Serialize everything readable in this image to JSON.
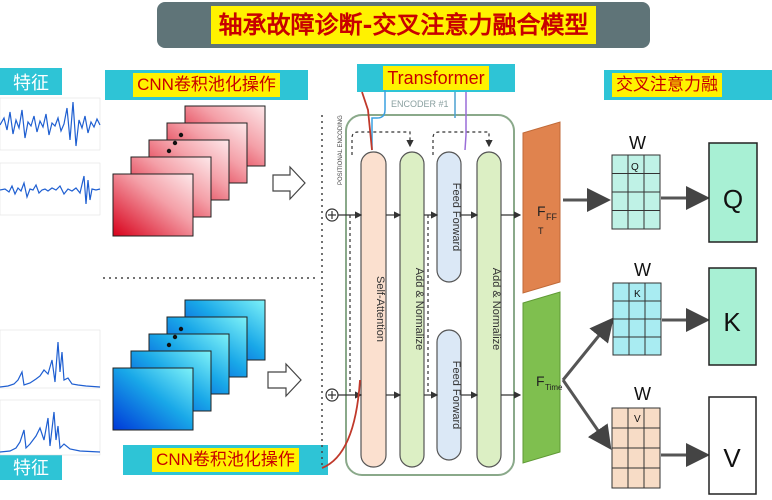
{
  "title": "轴承故障诊断-交叉注意力融合模型",
  "labels": {
    "feature_top": "特征",
    "feature_bottom": "特征",
    "cnn_top": "CNN卷积池化操作",
    "cnn_bottom": "CNN卷积池化操作",
    "transformer": "Transformer",
    "cross_attention": "交叉注意力融",
    "encoder": "ENCODER #1",
    "positional_encoding": "POSITIONAL ENCODING",
    "self_attention": "Self-Attention",
    "add_normalize_1": "Add & Normalize",
    "feed_forward_1": "Feed Forward",
    "feed_forward_2": "Feed Forward",
    "add_normalize_2": "Add & Normalize",
    "fff_main": "F",
    "fff_sub": "FF",
    "fff_sub2": "T",
    "ftime_main": "F",
    "ftime_sub": "Time",
    "w_q": "W",
    "w_q_sub": "Q",
    "w_k": "W",
    "w_k_sub": "K",
    "w_v": "W",
    "w_v_sub": "V",
    "q": "Q",
    "k": "K",
    "v": "V"
  },
  "colors": {
    "title_bg": "#5f7478",
    "highlight": "#fff200",
    "label_text": "#c80000",
    "label_bg": "#2ec4d6",
    "fff_bar": "#e0834e",
    "ftime_bar": "#7fbf4f",
    "qkv_box": "#a8f0d4",
    "grid_q": "#bff2e6",
    "grid_k": "#a9ecf2",
    "grid_v": "#f7dcc6"
  }
}
